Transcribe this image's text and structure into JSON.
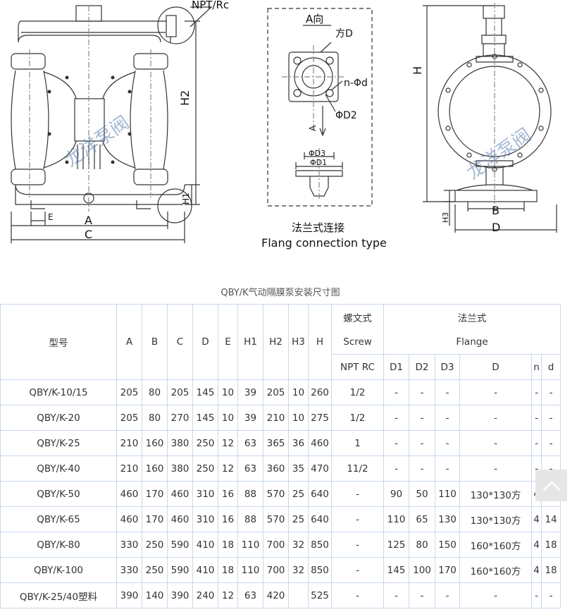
{
  "drawing": {
    "left_labels": {
      "npt": "NPT/Rc",
      "h2": "H2",
      "h1": "H1",
      "e": "E",
      "a": "A",
      "c": "C"
    },
    "middle_labels": {
      "view": "A向",
      "square": "方D",
      "holes": "n-Φd",
      "d2": "ΦD2",
      "a_arrow": "A",
      "d3": "ΦD3",
      "d1": "ΦD1"
    },
    "right_labels": {
      "h": "H",
      "h3": "H3",
      "b": "B",
      "d": "D"
    },
    "watermark": "龙洋泵阀",
    "caption_cn": "法兰式连接",
    "caption_en": "Flang connection type"
  },
  "table_title": "QBY/K气动隔膜泵安装尺寸图",
  "header": {
    "model": "型号",
    "dims": [
      "A",
      "B",
      "C",
      "D",
      "E",
      "H1",
      "H2",
      "H3",
      "H"
    ],
    "screw_cn": "螺文式",
    "screw_en": "Screw",
    "npt": "NPT RC",
    "flange_cn": "法兰式",
    "flange_en": "Flange",
    "flange_cols": [
      "D1",
      "D2",
      "D3",
      "D",
      "n",
      "d"
    ]
  },
  "rows": [
    [
      "QBY/K-10/15",
      "205",
      "80",
      "205",
      "145",
      "10",
      "39",
      "205",
      "10",
      "260",
      "1/2",
      "-",
      "-",
      "-",
      "-",
      "-",
      "-"
    ],
    [
      "QBY/K-20",
      "205",
      "80",
      "270",
      "145",
      "10",
      "39",
      "210",
      "10",
      "275",
      "1/2",
      "-",
      "-",
      "-",
      "-",
      "-",
      "-"
    ],
    [
      "QBY/K-25",
      "210",
      "160",
      "380",
      "250",
      "12",
      "63",
      "365",
      "36",
      "460",
      "1",
      "-",
      "-",
      "-",
      "-",
      "-",
      "-"
    ],
    [
      "QBY/K-40",
      "210",
      "160",
      "380",
      "250",
      "12",
      "63",
      "360",
      "35",
      "470",
      "11/2",
      "-",
      "-",
      "-",
      "-",
      "-",
      "-"
    ],
    [
      "QBY/K-50",
      "460",
      "170",
      "460",
      "310",
      "16",
      "88",
      "570",
      "25",
      "640",
      "-",
      "90",
      "50",
      "110",
      "130*130方",
      "4",
      "14"
    ],
    [
      "QBY/K-65",
      "460",
      "170",
      "460",
      "310",
      "16",
      "88",
      "570",
      "25",
      "640",
      "-",
      "110",
      "65",
      "130",
      "130*130方",
      "4",
      "14"
    ],
    [
      "QBY/K-80",
      "330",
      "250",
      "590",
      "410",
      "18",
      "110",
      "700",
      "32",
      "850",
      "-",
      "125",
      "80",
      "150",
      "160*160方",
      "4",
      "18"
    ],
    [
      "QBY/K-100",
      "330",
      "250",
      "590",
      "410",
      "18",
      "110",
      "700",
      "32",
      "850",
      "-",
      "145",
      "100",
      "170",
      "160*160方",
      "4",
      "18"
    ],
    [
      "QBY/K-25/40塑料",
      "390",
      "140",
      "390",
      "240",
      "12",
      "63",
      "420",
      "",
      "525",
      "-",
      "-",
      "-",
      "-",
      "-",
      "-",
      "-"
    ]
  ],
  "icons": {
    "scroll_top": "chevron-up-icon"
  }
}
